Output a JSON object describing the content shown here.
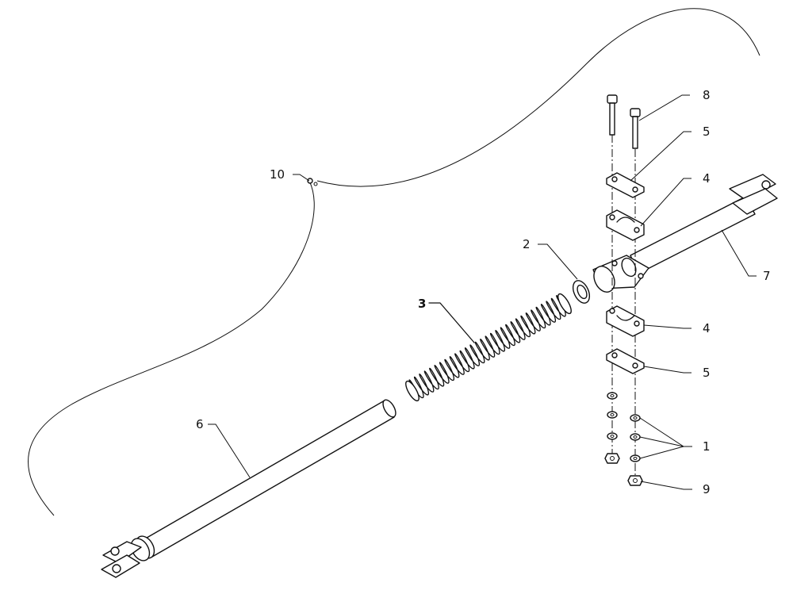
{
  "labels": {
    "l1": "1",
    "l2": "2",
    "l3": "3",
    "l4a": "4",
    "l4b": "4",
    "l5a": "5",
    "l5b": "5",
    "l6": "6",
    "l7": "7",
    "l8": "8",
    "l9": "9",
    "l10": "10"
  }
}
